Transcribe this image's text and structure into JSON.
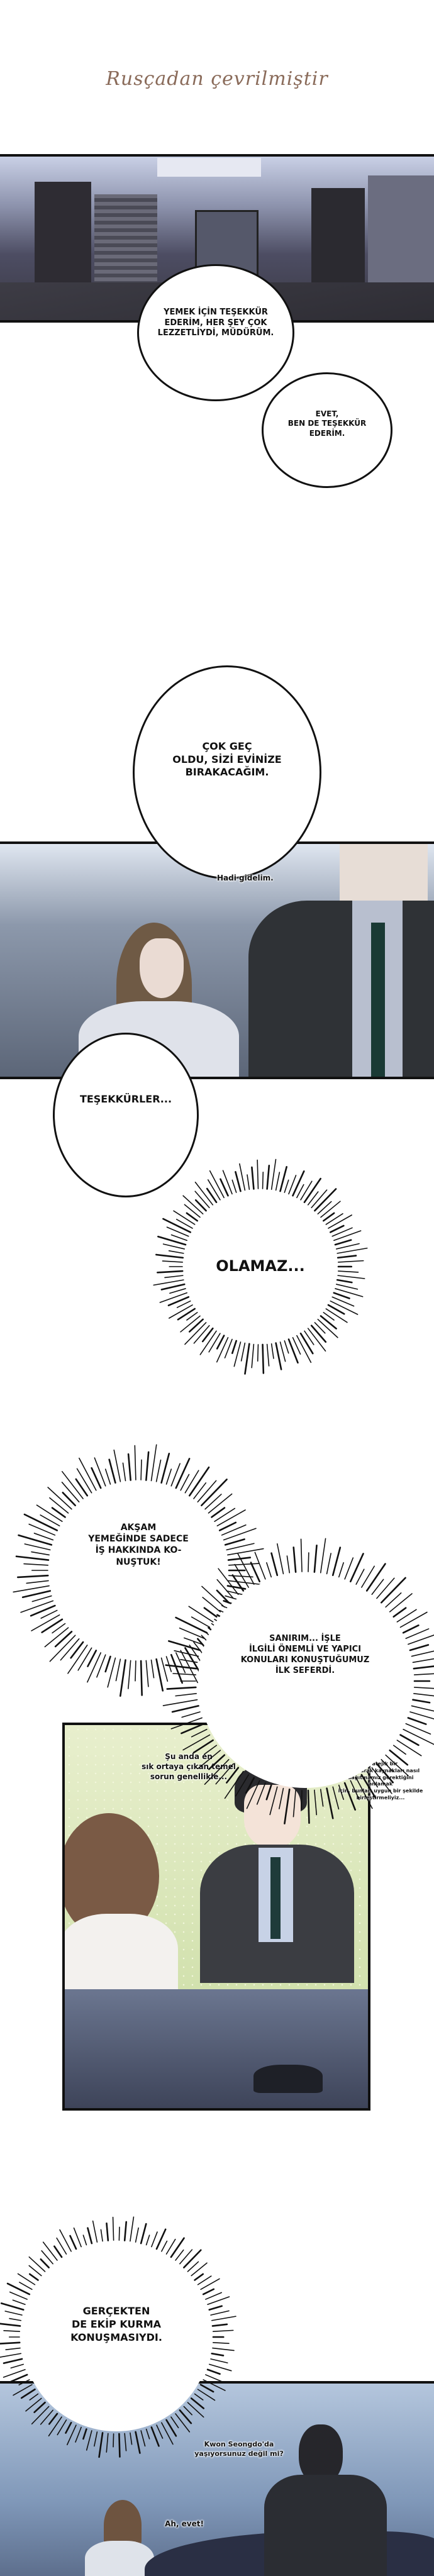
{
  "header": {
    "title": "Rusçadan çevrilmiştir"
  },
  "scene1": {
    "bubble_thanks_meal": "YEMEK İÇİN TEŞEKKÜR\nEDERİM, HER ŞEY ÇOK\nLEZZETLİYDİ, MÜDÜRÜM.",
    "bubble_me_too": "EVET,\nBEN DE TEŞEKKÜR\nEDERİM."
  },
  "scene2": {
    "bubble_late": "ÇOK GEÇ\nOLDU, SİZİ EVİNİZE\nBIRAKACAĞIM.",
    "lets_go": "Hadi gidelim.",
    "bubble_thanks": "TEŞEKKÜRLER...",
    "burst_no_way": "OLAMAZ..."
  },
  "scene3": {
    "burst_dinner": "AKŞAM\nYEMEĞİNDE SADECE\nİŞ HAKKINDA KO-\nNUŞTUK!",
    "burst_first_time": "SANIRIM... İŞLE\nİLGİLİ ÖNEMLİ VE YAPICI\nKONULARI KONUŞTUĞUMUZ\nİLK SEFERDİ.",
    "speech_problem": "Şu anda en\nsık ortaya çıkan temel\nsorun genellikle...",
    "speech_strategy": "Stratejik bir\nekip olarak kaynakları nasıl\ndağıtmamız gerektiğini anlamak\niçin, bunları uygun bir  şekilde\nbirleştirmeliyiz..."
  },
  "scene4": {
    "burst_team": "GERÇEKTEN\nDE EKİP KURMA\nKONUŞMASIYDI.",
    "speech_kwon": "Kwon Seongdo'da\nyaşıyorsunuz değil mi?",
    "speech_yes": "Ah, evet!"
  }
}
